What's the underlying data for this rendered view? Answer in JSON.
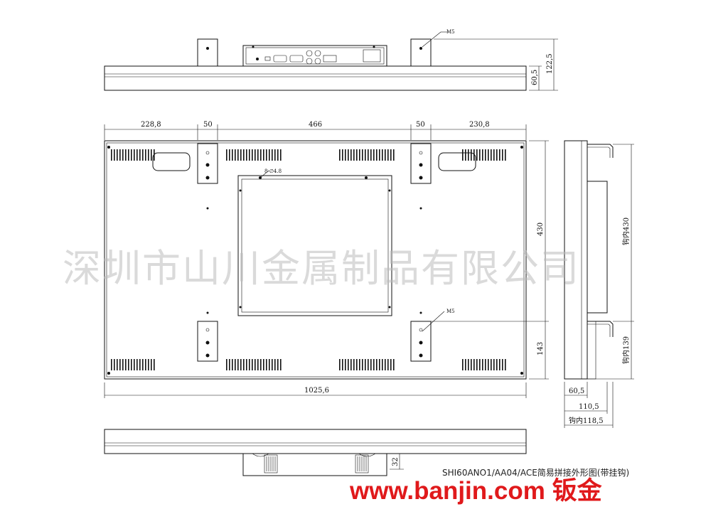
{
  "watermark": "深圳市山川金属制品有限公司",
  "site_label": "www.banjin.com 钣金",
  "caption": "SHI60ANO1/AA04/ACE简易拼接外形图(带挂钩)",
  "top_view": {
    "screw_label": "M5",
    "dim_total_depth": "122,5",
    "dim_frame_depth": "60,5"
  },
  "front_view": {
    "dims_top": [
      "228,8",
      "50",
      "466",
      "50",
      "230,8"
    ],
    "dim_width": "1025,6",
    "dim_height": "430",
    "dim_lower": "143",
    "screw_label": "M5",
    "bracket_note": "8-∅4.8"
  },
  "side_view": {
    "dim_hook_430": "钩内430",
    "dim_hook_139": "钩内139",
    "dim_60_5": "60,5",
    "dim_110_5": "110,5",
    "dim_hook_118_5": "钩内118,5"
  },
  "bottom_view": {
    "dim_32": "32"
  }
}
